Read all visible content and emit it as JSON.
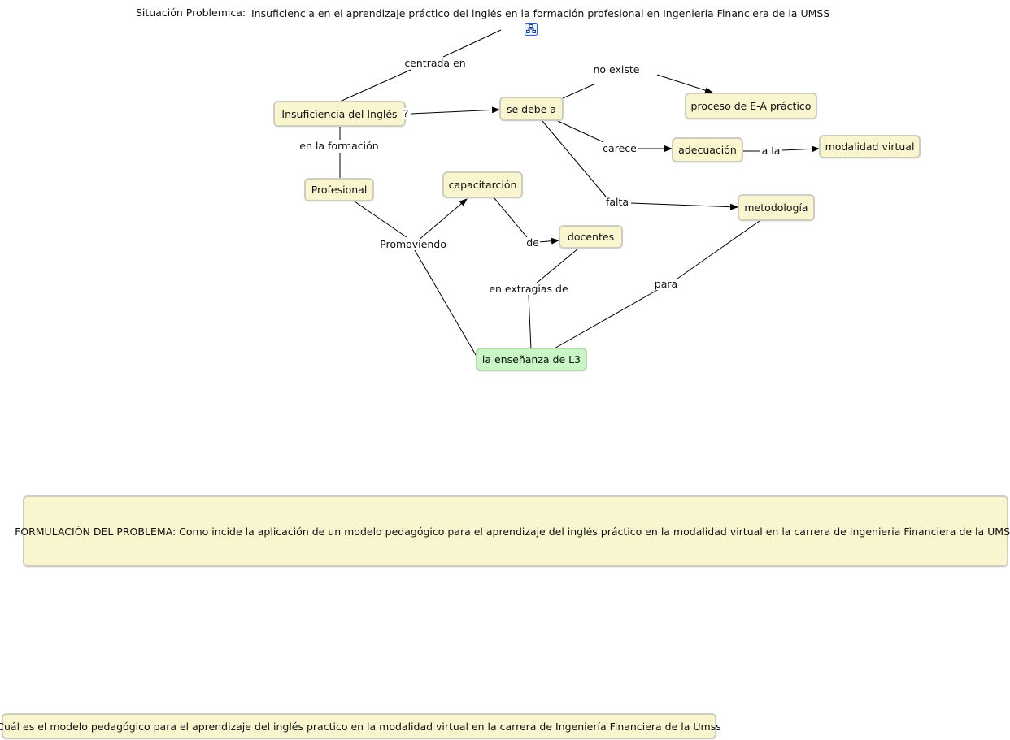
{
  "header": {
    "label": "Situación Problemica:",
    "text": "Insuficiencia en el aprendizaje práctico del inglés en la formación profesional en Ingeniería Financiera de la UMSS",
    "icon": "submap-icon"
  },
  "concepts": {
    "insuficiencia": "Insuficiencia del Inglés",
    "se_debe_a": "se debe a",
    "proceso": "proceso de E-A práctico",
    "adecuacion": "adecuación",
    "modalidad": "modalidad virtual",
    "profesional": "Profesional",
    "capacitarcion": "capacitarción",
    "docentes": "docentes",
    "metodologia": "metodología",
    "ensenanza": "la enseñanza de L3"
  },
  "links": {
    "centrada_en": "centrada en",
    "no_existe": "no existe",
    "carece": "carece",
    "a_la": "a la",
    "falta": "falta",
    "en_la_formacion": "en la formación",
    "promoviendo": "Promoviendo",
    "de": "de",
    "en_extragias_de": "en extragias de",
    "para": "para",
    "question": "?"
  },
  "formulation": "FORMULACIÓN DEL PROBLEMA: Como incide la aplicación de un modelo pedagógico para el aprendizaje del inglés práctico en la modalidad virtual  en la carrera de Ingenieria Financiera de la UMSS",
  "question_box": "Cuál es el modelo pedagógico para el aprendizaje del inglés practico en la modalidad virtual  en la carrera de Ingeniería Financiera de la Umss",
  "colors": {
    "concept_fill": "#f8f5cf",
    "concept_border": "#cfcdc0",
    "highlight_fill": "#c8f7c5",
    "line": "#000000"
  }
}
